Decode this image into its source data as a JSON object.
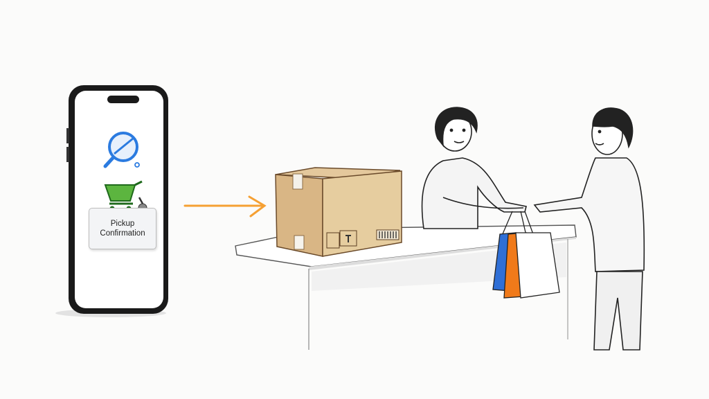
{
  "scene": {
    "description": "Sketch illustration of in-store pickup flow",
    "phone": {
      "app_icons": [
        "search-icon",
        "shopping-cart-icon"
      ],
      "label_line1": "Pickup",
      "label_line2": "Confirmation"
    },
    "arrow": {
      "color": "#f5a033",
      "direction": "right"
    },
    "package": {
      "color": "#dcb98a"
    },
    "counter": {
      "color": "#ffffff"
    },
    "bags": {
      "colors": [
        "#2f6fd6",
        "#f07a1a",
        "#ffffff"
      ]
    },
    "people": [
      "store-clerk",
      "customer"
    ]
  }
}
